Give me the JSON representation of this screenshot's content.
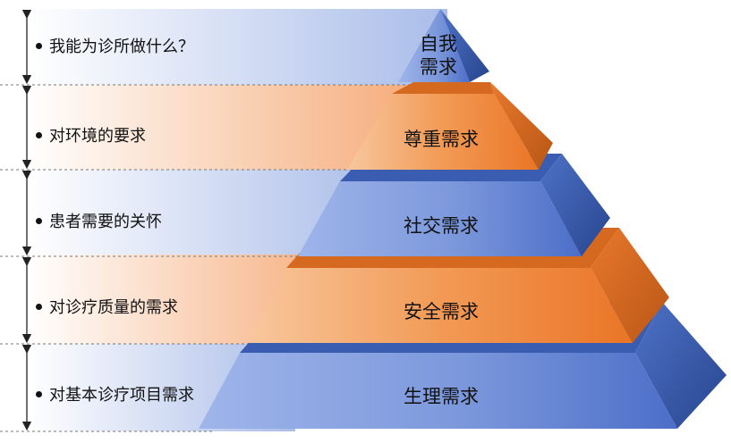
{
  "diagram": {
    "rows": [
      {
        "text": "我能为诊所做什么？",
        "level": "自我\n需求",
        "color": "blue"
      },
      {
        "text": "对环境的要求",
        "level": "尊重需求",
        "color": "orange"
      },
      {
        "text": "患者需要的关怀",
        "level": "社交需求",
        "color": "blue"
      },
      {
        "text": "对诊疗质量的需求",
        "level": "安全需求",
        "color": "orange"
      },
      {
        "text": "对基本诊疗项目需求",
        "level": "生理需求",
        "color": "blue"
      }
    ],
    "colors": {
      "blue_front": "#6f8fd6",
      "blue_light": "#b7c8ee",
      "blue_side": "#2f4f9a",
      "blue_top": "#3a5cb0",
      "orange_front": "#f08a3c",
      "orange_light": "#f8c9a0",
      "orange_side": "#c4601e",
      "orange_top": "#d46a22",
      "band_blue": "#b9c8ec",
      "band_orange": "#f5b487"
    }
  }
}
